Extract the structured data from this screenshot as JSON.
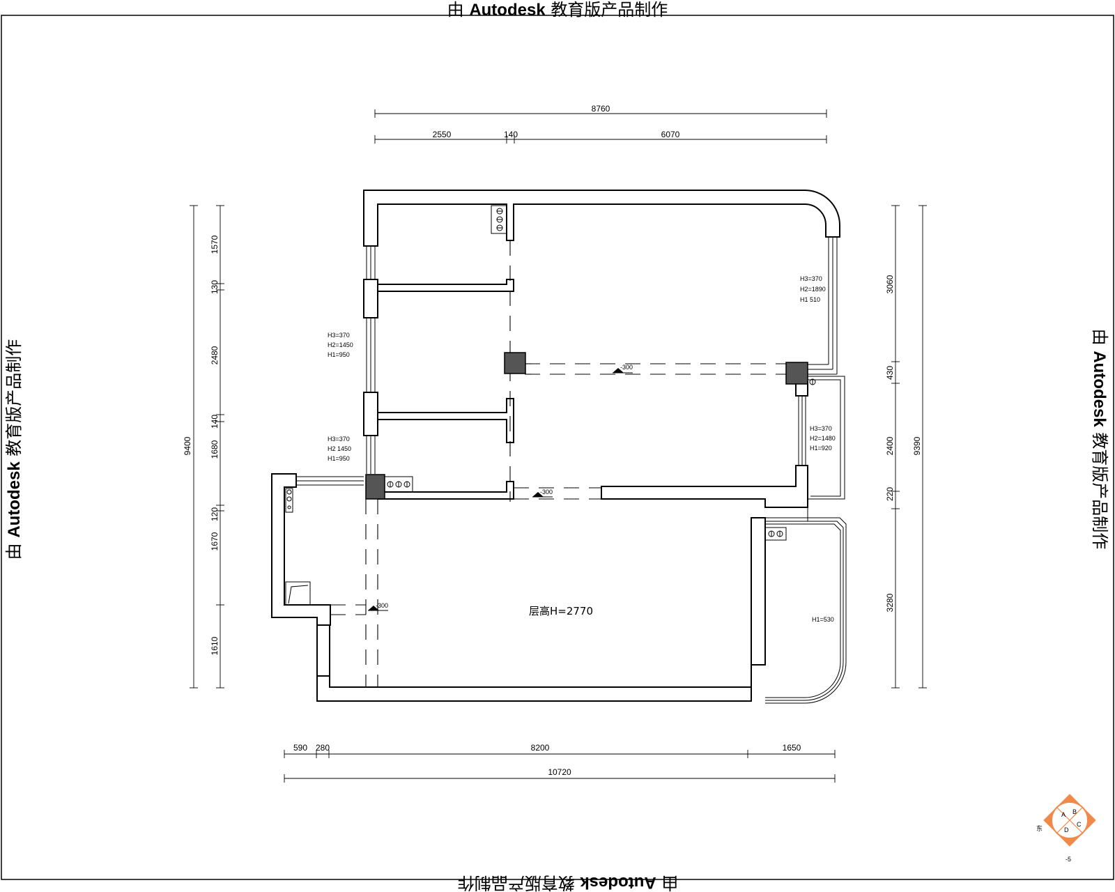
{
  "watermark": {
    "prefix": "由",
    "brand": "Autodesk",
    "suffix": "教育版产品制作"
  },
  "dimensions": {
    "top_total": "8760",
    "top_segments": [
      "2550",
      "140",
      "6070"
    ],
    "bottom_segments": [
      "590",
      "280",
      "8200",
      "1650"
    ],
    "bottom_total": "10720",
    "left_total": "9400",
    "left_segments": [
      "1570",
      "130",
      "2480",
      "140",
      "1680",
      "120",
      "1670",
      "1610"
    ],
    "right_segments": [
      "3060",
      "430",
      "2400",
      "220",
      "3280"
    ],
    "right_total": "9390"
  },
  "window_notes": {
    "left_upper": [
      "H3=370",
      "H2=1450",
      "H1=950"
    ],
    "left_lower": [
      "H3=370",
      "H2 1450",
      "H1=950"
    ],
    "right_upper": [
      "H3=370",
      "H2=1890",
      "H1 510"
    ],
    "right_middle": [
      "H3=370",
      "H2=1480",
      "H1=920"
    ],
    "right_lower": [
      "H1=530"
    ]
  },
  "beam_labels": {
    "center": "-300",
    "lower": "-300",
    "left": "-300"
  },
  "room_label": "层高H=2770",
  "compass": {
    "letters": [
      "A",
      "B",
      "C",
      "D"
    ],
    "side_mark": "东",
    "bottom_mark": "-5"
  }
}
